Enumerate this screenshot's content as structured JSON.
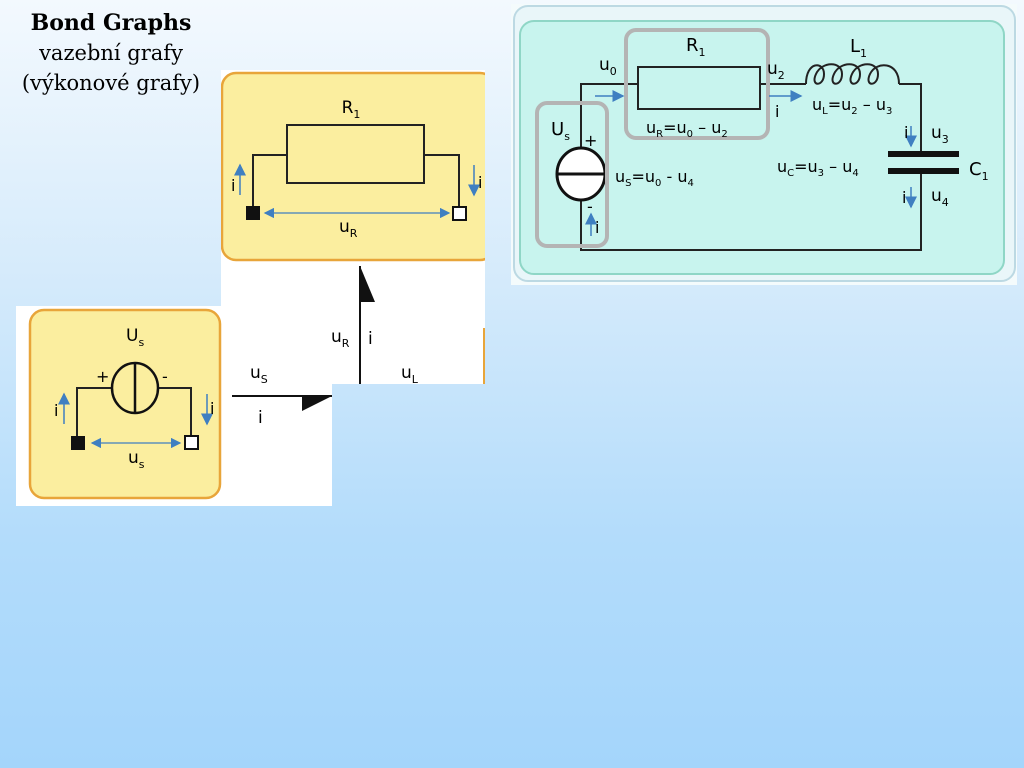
{
  "slide": {
    "title": "Bond Graphs",
    "subtitle_line1": "vazební grafy",
    "subtitle_line2": "(výkonové grafy)"
  },
  "resistor_panel": {
    "component_label": "R",
    "component_sub": "1",
    "current_left": "i",
    "current_right": "i",
    "voltage_label": "u",
    "voltage_sub": "R"
  },
  "source_panel": {
    "component_label": "U",
    "component_sub": "s",
    "plus": "+",
    "minus": "-",
    "current_left": "i",
    "current_right": "i",
    "voltage_label": "u",
    "voltage_sub": "s"
  },
  "bond_graph": {
    "bond_us_label": "u",
    "bond_us_sub": "S",
    "bond_us_flow": "i",
    "bond_ur_label": "u",
    "bond_ur_sub": "R",
    "bond_ur_flow": "i",
    "bond_ul_label": "u",
    "bond_ul_sub": "L"
  },
  "circuit": {
    "r1": "R",
    "r1_sub": "1",
    "l1": "L",
    "l1_sub": "1",
    "c1": "C",
    "c1_sub": "1",
    "us": "U",
    "us_sub": "s",
    "plus": "+",
    "minus": "-",
    "u0": "u",
    "u0_sub": "0",
    "u2": "u",
    "u2_sub": "2",
    "u3": "u",
    "u3_sub": "3",
    "u4": "u",
    "u4_sub": "4",
    "i": "i",
    "eq_r": "u_R=u_0 – u_2",
    "eq_l": "u_L=u_2 – u_3",
    "eq_c": "u_C=u_3 – u_4",
    "eq_s": "u_S=u_0 - u_4"
  },
  "colors": {
    "yellow_panel": "#fbee9f",
    "yellow_border": "#e8a53a",
    "circuit_bg": "#c8f4ee",
    "circuit_border": "#8fd6c6",
    "highlight_box": "#b4b4b4",
    "arrow_blue": "#3f7fc1"
  }
}
